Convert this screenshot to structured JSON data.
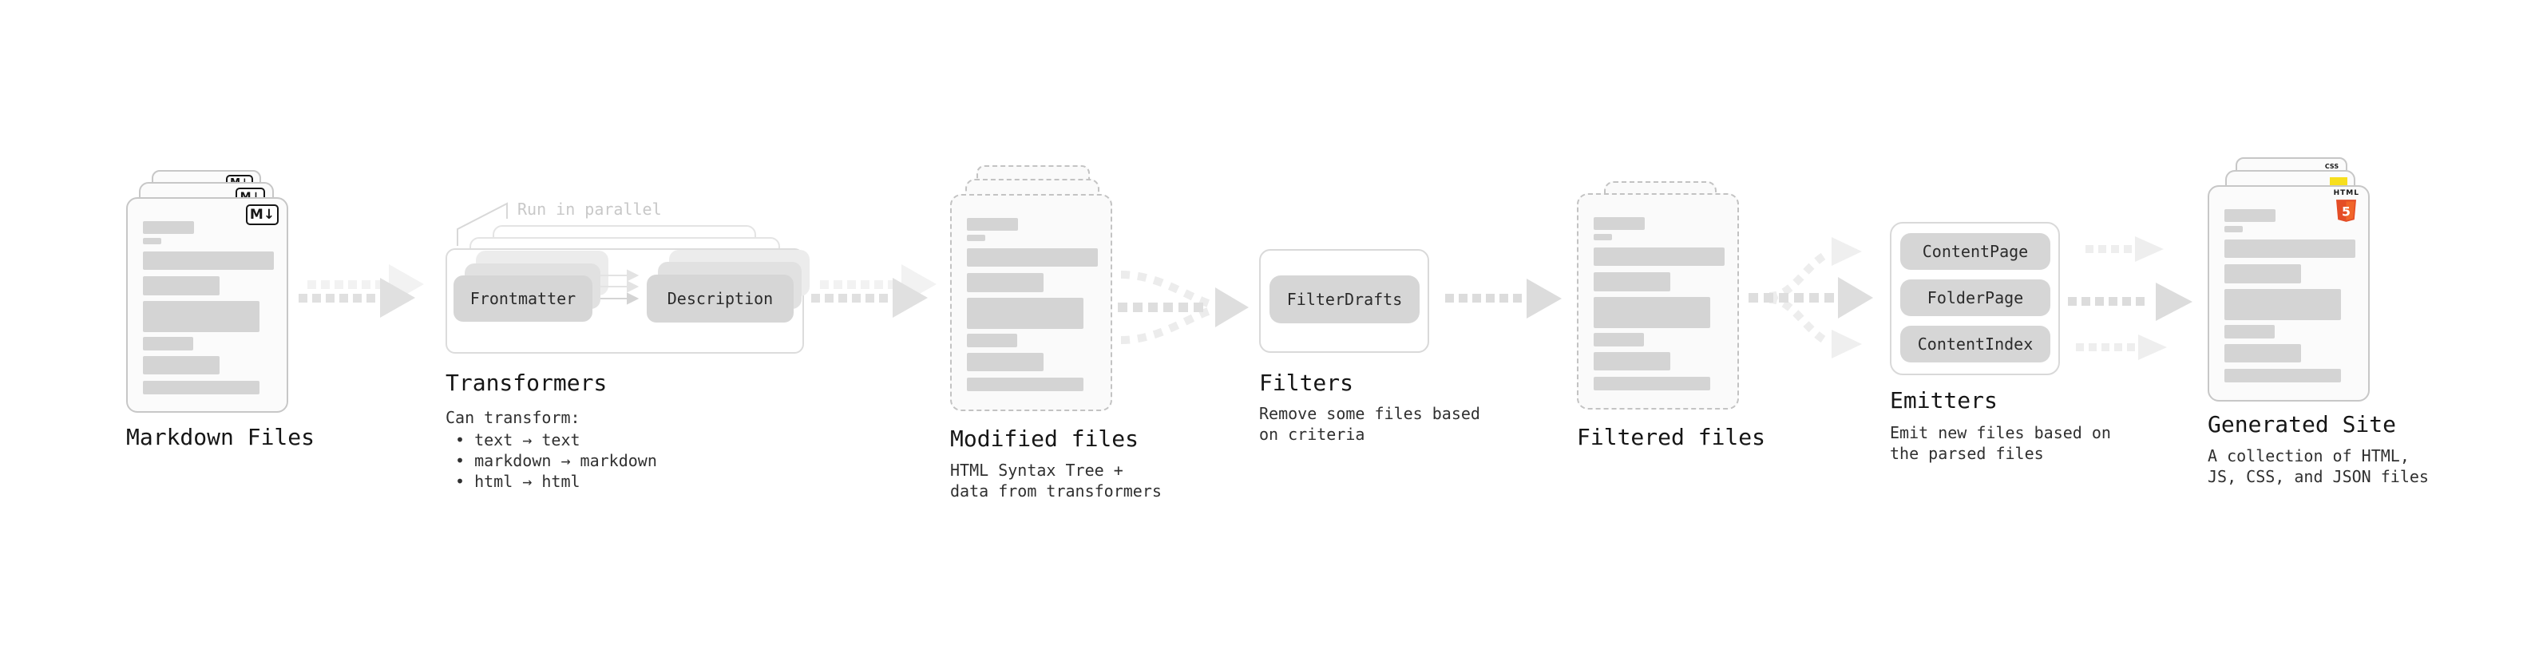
{
  "colors": {
    "node_bg": "#d6d6d6",
    "skeleton_bar": "#d4d4d4",
    "arrow_gray": "#dedede",
    "arrow_light": "#f0f0f0",
    "muted_text": "#c8c8c8",
    "heading_text": "#161616",
    "js_yellow": "#f7df1e",
    "css_blue": "#2965f1",
    "html5_orange": "#e44d26"
  },
  "stages": {
    "markdown_files": {
      "label": "Markdown Files",
      "file_icon": "M↓"
    },
    "transformers": {
      "label": "Transformers",
      "callout": "Run in parallel",
      "node_a": "Frontmatter",
      "node_b": "Description",
      "can_transform_title": "Can transform:",
      "bullets": [
        "• text → text",
        "• markdown → markdown",
        "• html → html"
      ]
    },
    "modified_files": {
      "label": "Modified files",
      "subtitle_lines": [
        "HTML Syntax Tree +",
        "data from transformers"
      ]
    },
    "filters": {
      "label": "Filters",
      "node": "FilterDrafts",
      "subtitle_lines": [
        "Remove some files based",
        "on criteria"
      ]
    },
    "filtered_files": {
      "label": "Filtered files"
    },
    "emitters": {
      "label": "Emitters",
      "nodes": [
        "ContentPage",
        "FolderPage",
        "ContentIndex"
      ],
      "subtitle_lines": [
        "Emit new files based on",
        "the parsed files"
      ]
    },
    "generated_site": {
      "label": "Generated Site",
      "subtitle_lines": [
        "A collection of HTML,",
        "JS, CSS, and JSON files"
      ],
      "badges": {
        "css": "CSS",
        "html": "HTML",
        "html5_number": "5"
      }
    }
  }
}
